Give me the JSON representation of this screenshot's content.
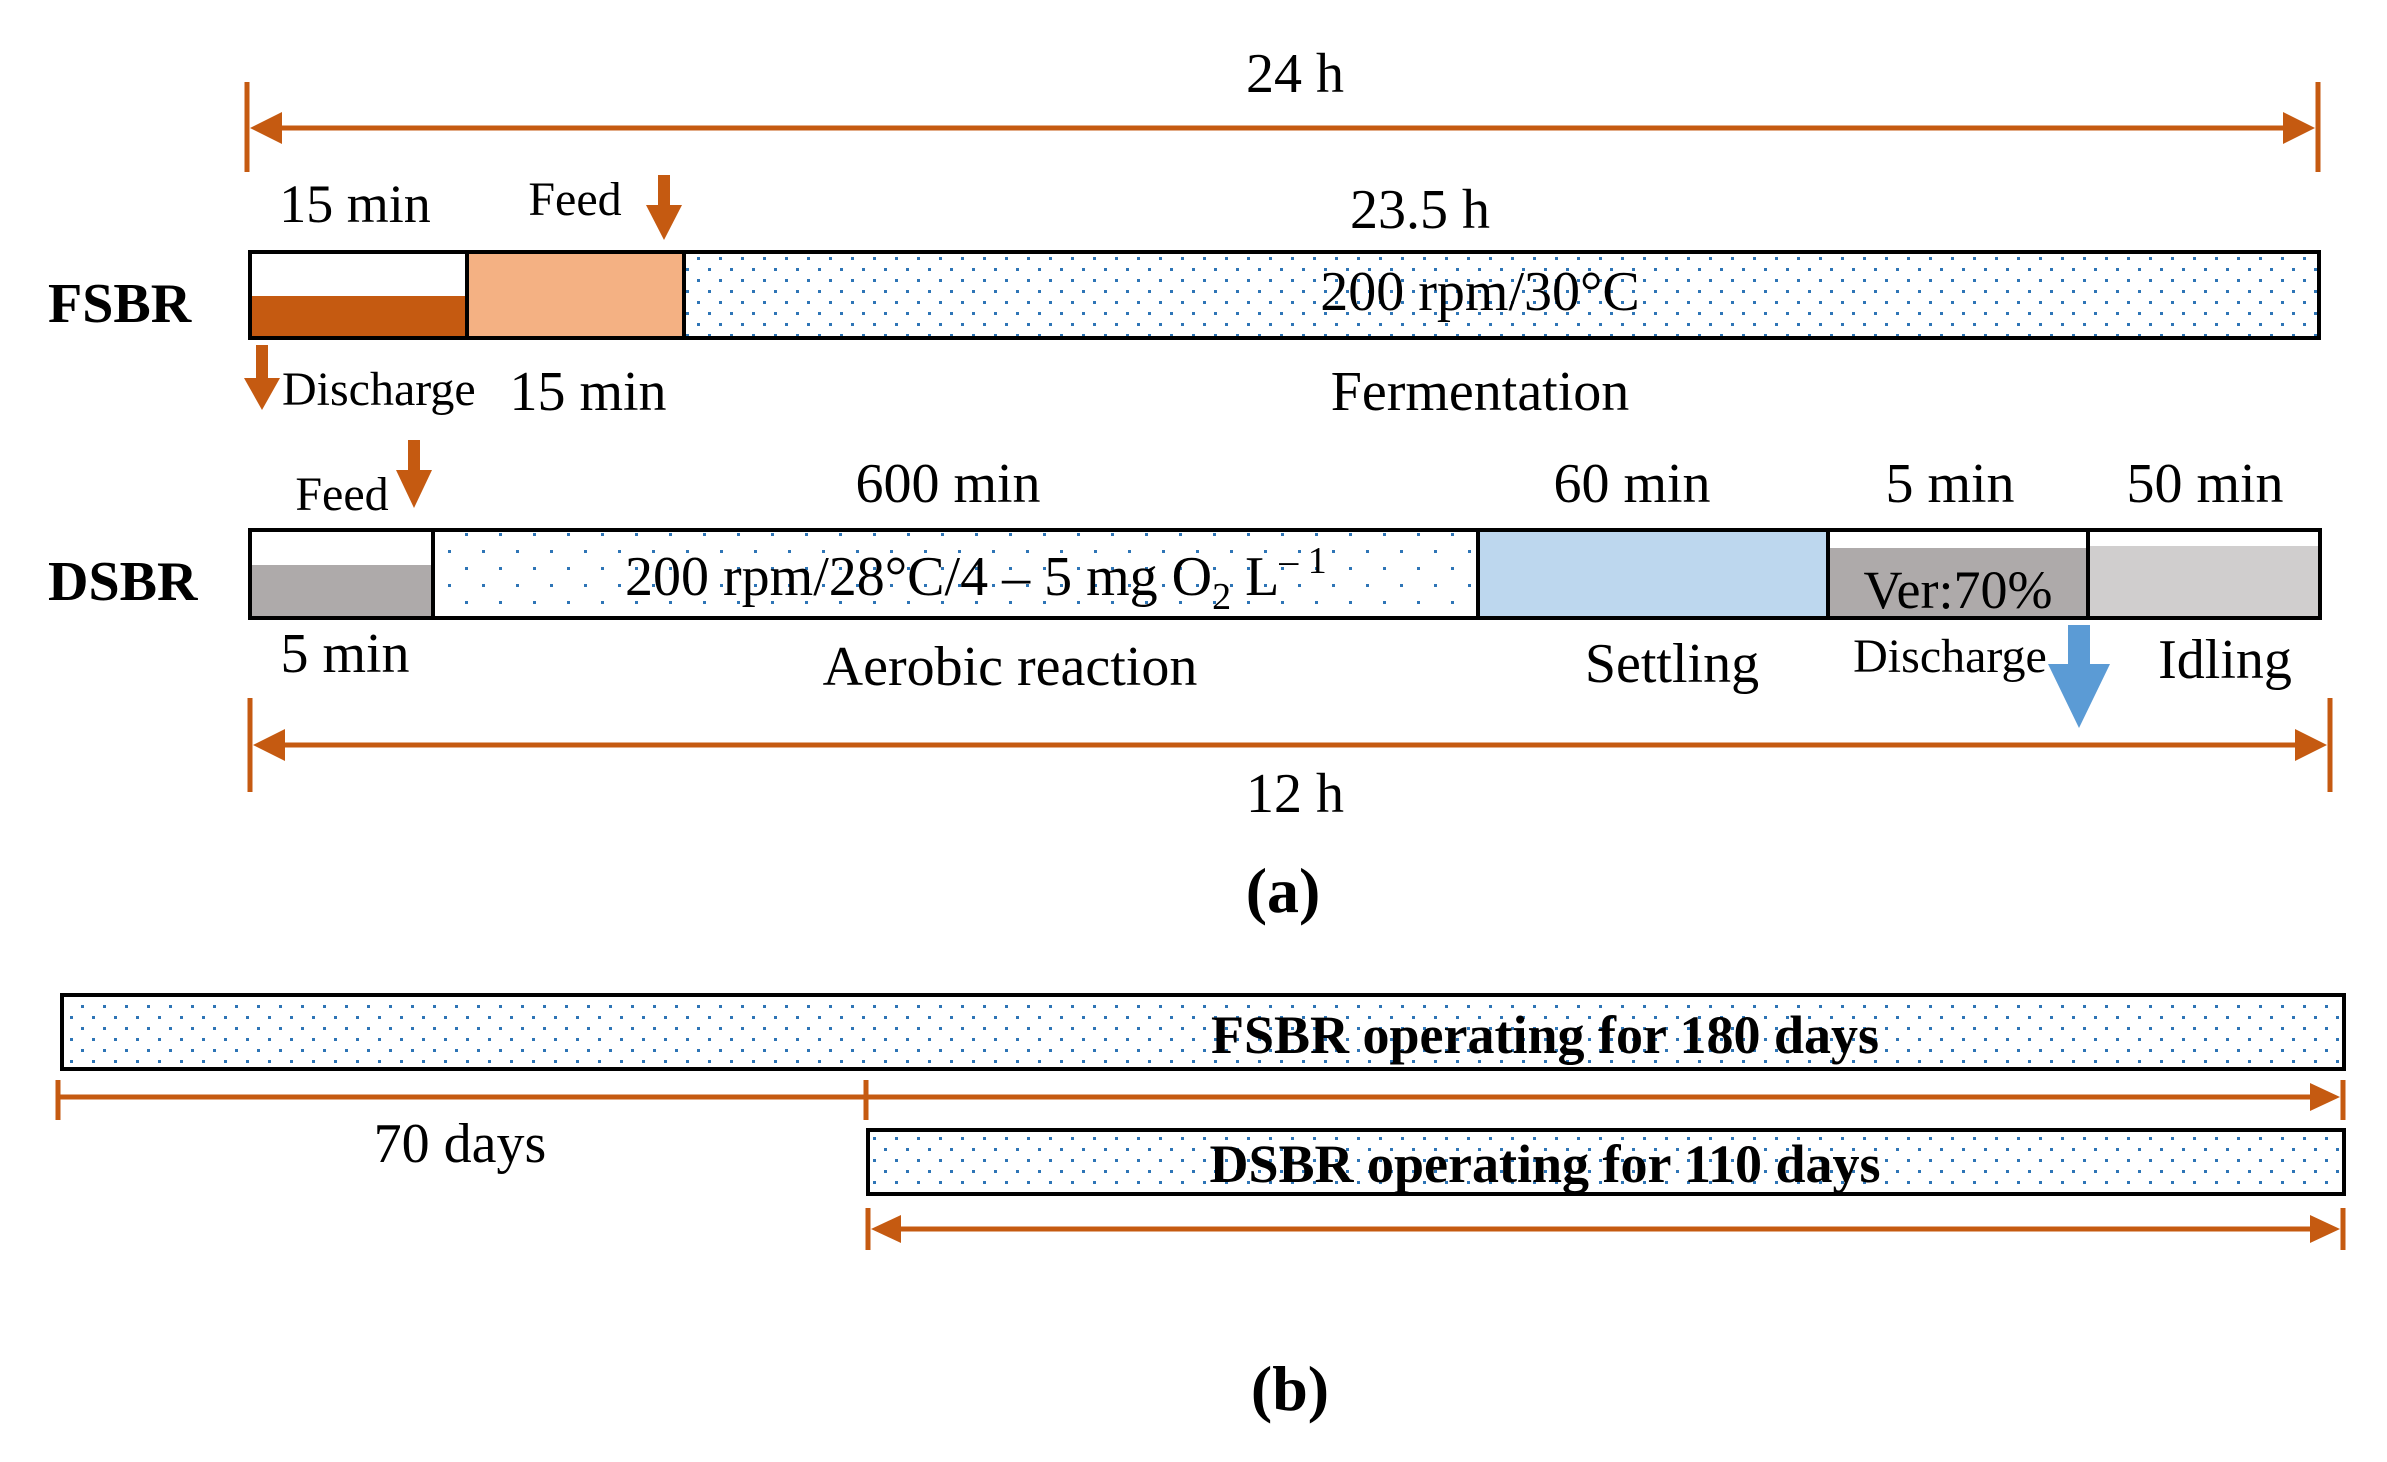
{
  "colors": {
    "orange_arrow": "#C55A11",
    "dark_orange_fill": "#C55A11",
    "light_orange_fill": "#F4B183",
    "blue_dot": "#2E75B6",
    "settling_blue": "#BDD7EE",
    "discharge_blue": "#5B9BD5",
    "gray_fill": "#AEAAAA",
    "light_gray_fill": "#D0CECE"
  },
  "panel_a": {
    "top_span_label": "24 h",
    "fsbr": {
      "reactor_label": "FSBR",
      "discharge_time": "15 min",
      "feed_label": "Feed",
      "feed_time": "15 min",
      "fermentation_time": "23.5 h",
      "fermentation_condition": "200 rpm/30°C",
      "discharge_label": "Discharge",
      "fermentation_label": "Fermentation"
    },
    "dsbr": {
      "reactor_label": "DSBR",
      "feed_label": "Feed",
      "feed_time": "5 min",
      "aerobic_time": "600 min",
      "aerobic_condition_prefix": "200 rpm/28°C/4 – 5 mg O",
      "aerobic_condition_sub": "2",
      "aerobic_condition_mid": " L",
      "aerobic_condition_sup": "– 1",
      "aerobic_label": "Aerobic reaction",
      "settling_time": "60 min",
      "settling_label": "Settling",
      "discharge_time": "5 min",
      "discharge_volume": "Ver:70%",
      "discharge_label": "Discharge",
      "idling_time": "50 min",
      "idling_label": "Idling"
    },
    "bottom_span_label": "12 h",
    "panel_label": "(a)"
  },
  "panel_b": {
    "fsbr_bar_label": "FSBR operating for 180 days",
    "start_offset_label": "70 days",
    "dsbr_bar_label": "DSBR  operating for 110 days",
    "panel_label": "(b)"
  }
}
